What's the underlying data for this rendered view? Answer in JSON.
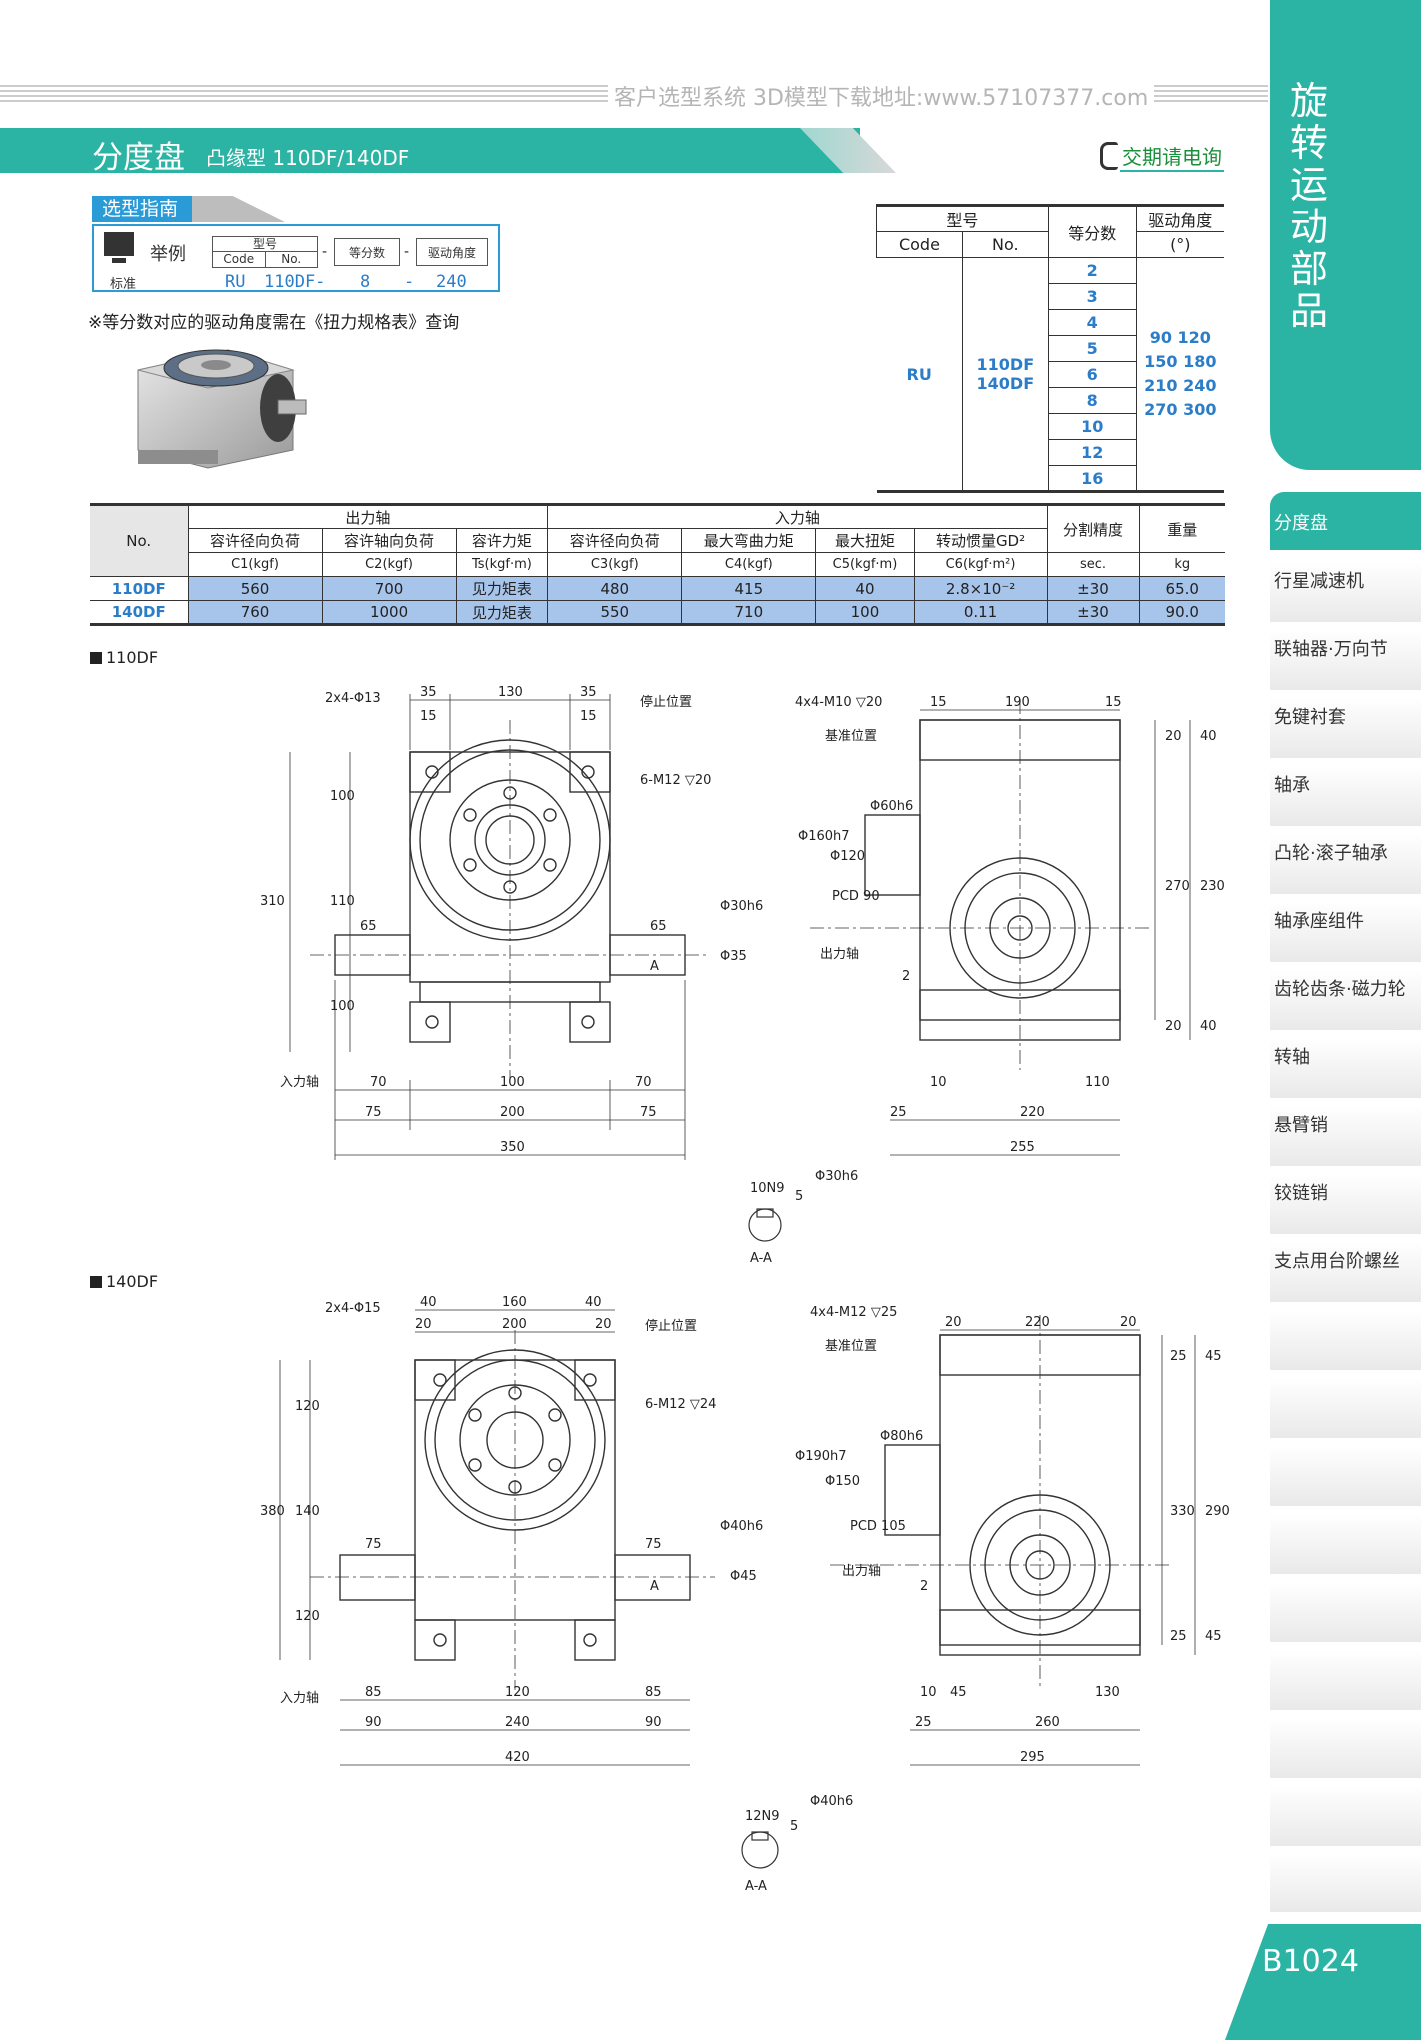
{
  "header": {
    "url_text": "客户选型系统 3D模型下载地址:www.57107377.com",
    "title": "分度盘",
    "subtitle": "凸缘型 110DF/140DF",
    "delivery": "交期请电询"
  },
  "sidebar": {
    "title": "旋转运动部品",
    "items": [
      {
        "label": "分度盘",
        "active": true
      },
      {
        "label": "行星减速机"
      },
      {
        "label": "联轴器·万向节"
      },
      {
        "label": "免键衬套"
      },
      {
        "label": "轴承"
      },
      {
        "label": "凸轮·滚子轴承"
      },
      {
        "label": "轴承座组件"
      },
      {
        "label": "齿轮齿条·磁力轮"
      },
      {
        "label": "转轴"
      },
      {
        "label": "悬臂销"
      },
      {
        "label": "铰链销"
      },
      {
        "label": "支点用台阶螺丝"
      }
    ],
    "page_number": "B1024",
    "accent_color": "#2bb3a3"
  },
  "selection_guide": {
    "tab_label": "选型指南",
    "example_label": "举例",
    "standard_label": "标准",
    "col_model": "型号",
    "col_code": "Code",
    "col_no": "No.",
    "col_divisions": "等分数",
    "col_angle": "驱动角度",
    "sep": "-",
    "example_code": "RU",
    "example_no": "110DF-",
    "example_div": "8",
    "example_angle": "240",
    "note": "※等分数对应的驱动角度需在《扭力规格表》查询"
  },
  "model_table": {
    "h_model": "型号",
    "h_code": "Code",
    "h_no": "No.",
    "h_div": "等分数",
    "h_angle": "驱动角度",
    "h_angle_unit": "(°)",
    "code": "RU",
    "nos": [
      "110DF",
      "140DF"
    ],
    "divisions": [
      "2",
      "3",
      "4",
      "5",
      "6",
      "8",
      "10",
      "12",
      "16"
    ],
    "angles": [
      "90 120",
      "150 180",
      "210 240",
      "270 300"
    ]
  },
  "spec_table": {
    "h_no": "No.",
    "h_output": "出力轴",
    "h_input": "入力轴",
    "h_accuracy": "分割精度",
    "h_weight": "重量",
    "cols": [
      "容许径向负荷",
      "容许轴向负荷",
      "容许力矩",
      "容许径向负荷",
      "最大弯曲力矩",
      "最大扭矩",
      "转动惯量GD²"
    ],
    "units": [
      "C1(kgf)",
      "C2(kgf)",
      "Ts(kgf·m)",
      "C3(kgf)",
      "C4(kgf)",
      "C5(kgf·m)",
      "C6(kgf·m²)",
      "sec.",
      "kg"
    ],
    "rows": [
      {
        "no": "110DF",
        "c1": "560",
        "c2": "700",
        "ts": "见力矩表",
        "c3": "480",
        "c4": "415",
        "c5": "40",
        "c6": "2.8×10⁻²",
        "acc": "±30",
        "kg": "65.0"
      },
      {
        "no": "140DF",
        "c1": "760",
        "c2": "1000",
        "ts": "见力矩表",
        "c3": "550",
        "c4": "710",
        "c5": "100",
        "c6": "0.11",
        "acc": "±30",
        "kg": "90.0"
      }
    ]
  },
  "drawing_110": {
    "section_label": "110DF",
    "labels": {
      "holes": "2x4-Φ13",
      "stop": "停止位置",
      "tap": "6-M12 ▽20",
      "input": "入力轴",
      "holes2": "4x4-M10 ▽20",
      "ref": "基准位置",
      "output": "出力轴",
      "d1": "Φ160h7",
      "d2": "Φ120",
      "d3": "PCD 90",
      "d4": "Φ60h6",
      "d5": "Φ30h6",
      "d6": "Φ35",
      "a": "A",
      "aa": "A-A",
      "key": "10N9",
      "kd": "5",
      "kshaft": "Φ30h6"
    },
    "dims_front": [
      "35",
      "130",
      "35",
      "15",
      "15",
      "100",
      "110",
      "100",
      "310",
      "65",
      "65",
      "70",
      "100",
      "70",
      "75",
      "200",
      "75",
      "350"
    ],
    "dims_side": [
      "15",
      "190",
      "15",
      "20",
      "40",
      "270",
      "230",
      "20",
      "40",
      "2",
      "10",
      "110",
      "25",
      "220",
      "255"
    ]
  },
  "drawing_140": {
    "section_label": "140DF",
    "labels": {
      "holes": "2x4-Φ15",
      "stop": "停止位置",
      "tap": "6-M12 ▽24",
      "input": "入力轴",
      "holes2": "4x4-M12 ▽25",
      "ref": "基准位置",
      "output": "出力轴",
      "d1": "Φ190h7",
      "d2": "Φ150",
      "d3": "PCD 105",
      "d4": "Φ80h6",
      "d5": "Φ40h6",
      "d6": "Φ45",
      "a": "A",
      "aa": "A-A",
      "key": "12N9",
      "kd": "5",
      "kshaft": "Φ40h6"
    },
    "dims_front": [
      "40",
      "160",
      "40",
      "20",
      "200",
      "20",
      "120",
      "140",
      "120",
      "380",
      "75",
      "75",
      "85",
      "120",
      "85",
      "90",
      "240",
      "90",
      "420"
    ],
    "dims_side": [
      "20",
      "220",
      "20",
      "25",
      "45",
      "330",
      "290",
      "25",
      "45",
      "2",
      "10",
      "45",
      "130",
      "25",
      "260",
      "295"
    ]
  }
}
